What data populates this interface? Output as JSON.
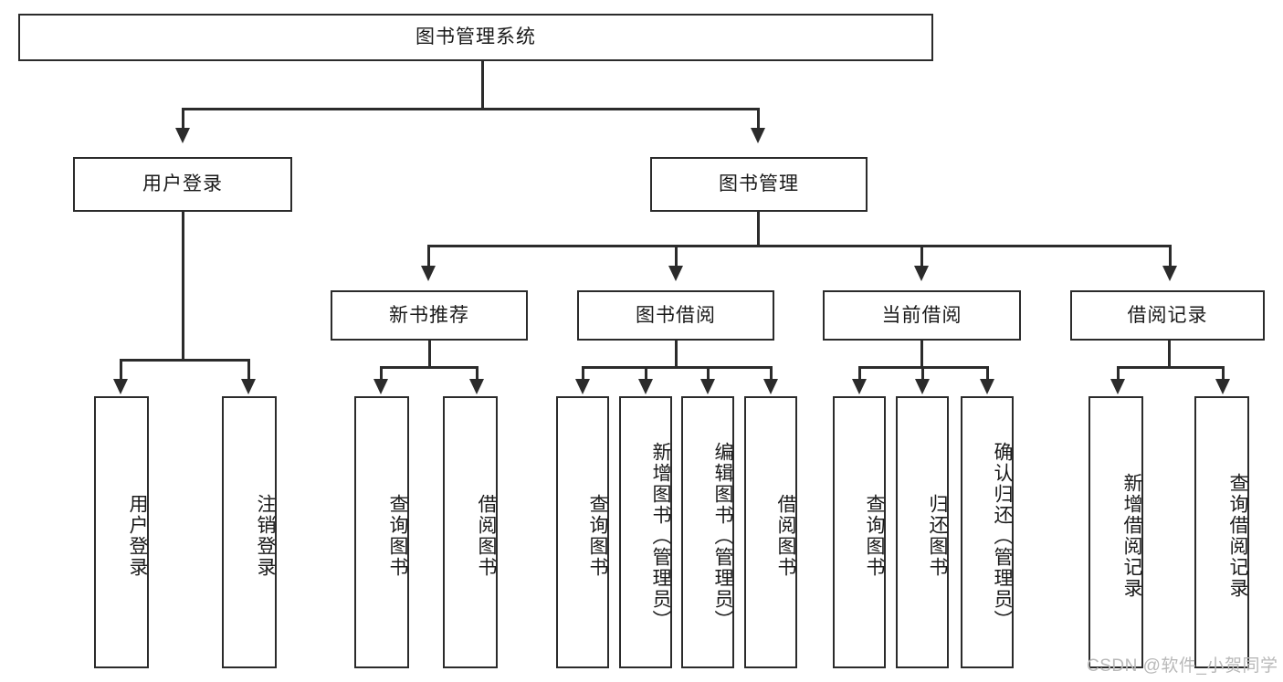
{
  "diagram": {
    "title_node": {
      "label": "图书管理系统"
    },
    "level2": [
      {
        "label": "用户登录"
      },
      {
        "label": "图书管理"
      }
    ],
    "level3": [
      {
        "label": "新书推荐"
      },
      {
        "label": "图书借阅"
      },
      {
        "label": "当前借阅"
      },
      {
        "label": "借阅记录"
      }
    ],
    "leaves": {
      "user_login": [
        {
          "label": "用户登录"
        },
        {
          "label": "注销登录"
        }
      ],
      "new_book_recommend": [
        {
          "label": "查询图书"
        },
        {
          "label": "借阅图书"
        }
      ],
      "book_borrow": [
        {
          "label": "查询图书"
        },
        {
          "label": "新增图书（管理员）"
        },
        {
          "label": "编辑图书（管理员）"
        },
        {
          "label": "借阅图书"
        }
      ],
      "current_borrow": [
        {
          "label": "查询图书"
        },
        {
          "label": "归还图书"
        },
        {
          "label": "确认归还（管理员）"
        }
      ],
      "borrow_record": [
        {
          "label": "新增借阅记录"
        },
        {
          "label": "查询借阅记录"
        }
      ]
    }
  },
  "watermark": {
    "text": "CSDN @软件_小贺同学"
  },
  "colors": {
    "stroke": "#2b2b2b",
    "background": "#ffffff",
    "watermark": "#b9b9b9"
  }
}
